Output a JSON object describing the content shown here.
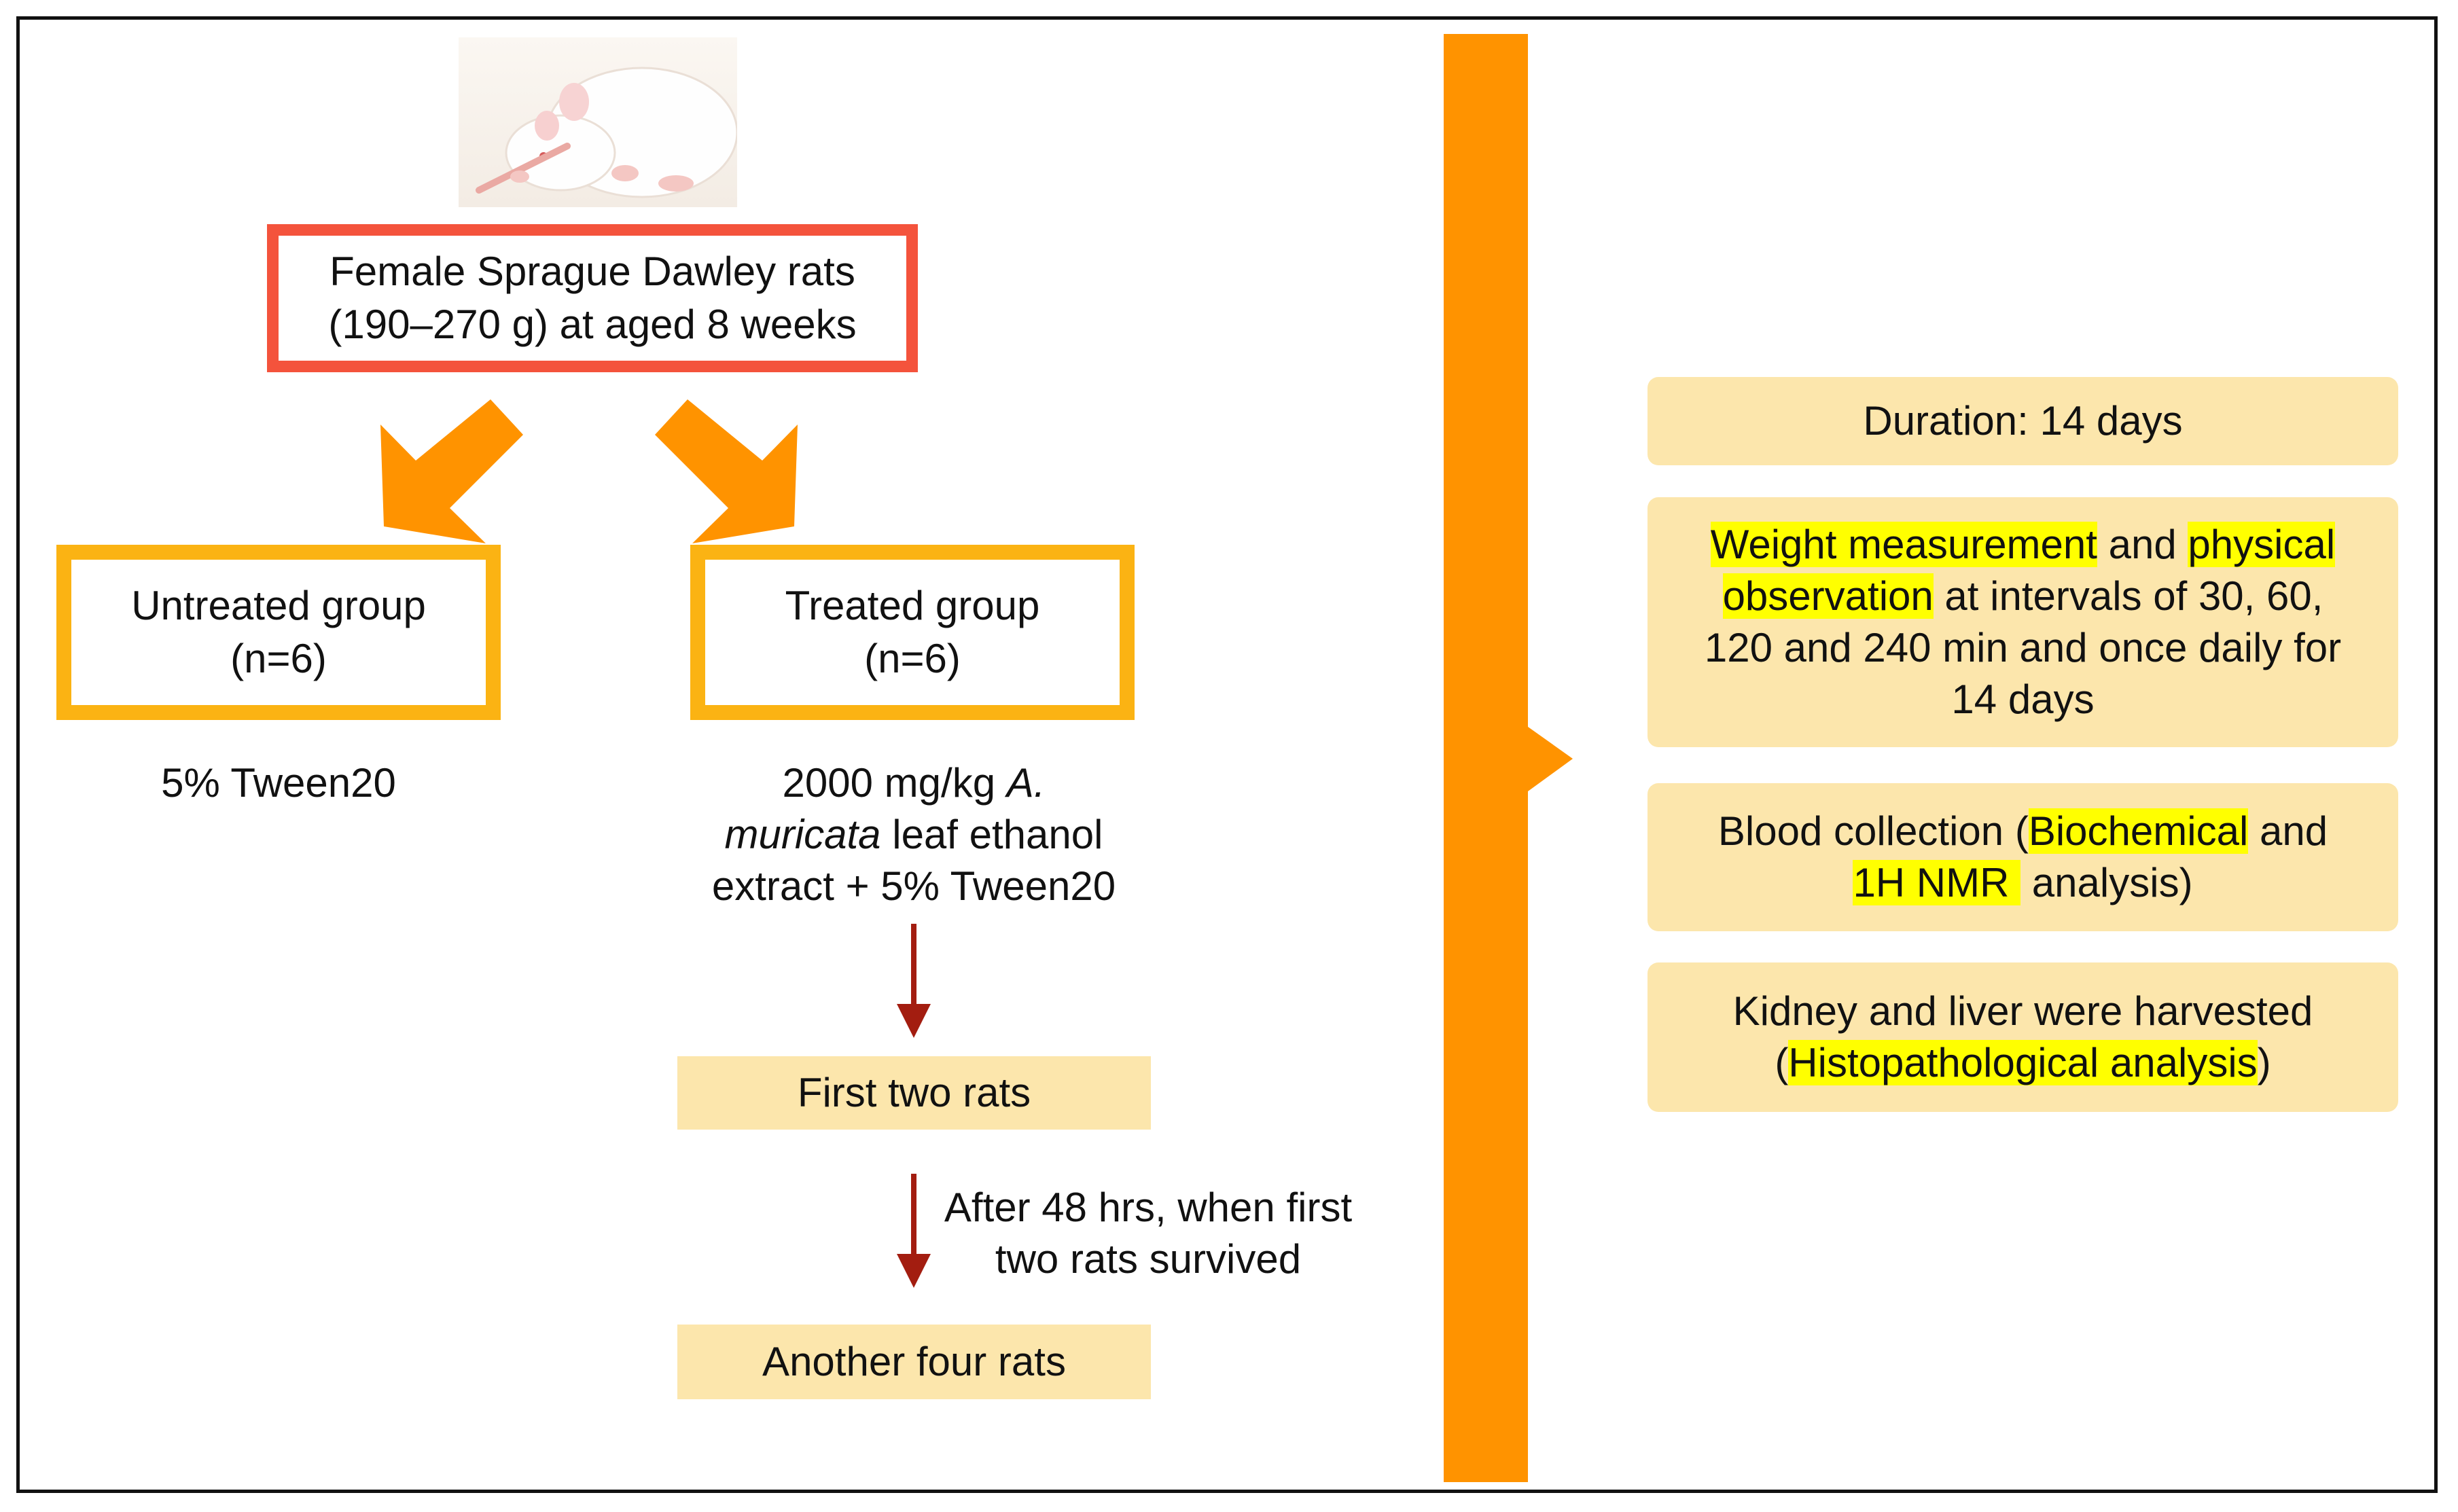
{
  "top_box": {
    "line1": "Female Sprague Dawley rats",
    "line2": "(190–270 g) at aged 8 weeks"
  },
  "groups": {
    "untreated": {
      "name": "Untreated group",
      "n": "(n=6)",
      "dose": "5% Tween20"
    },
    "treated": {
      "name": "Treated group",
      "n": "(n=6)",
      "dose_line1_a": "2000 mg/kg ",
      "dose_line1_b": "A.",
      "dose_line2_a": "muricata",
      "dose_line2_b": " leaf ethanol",
      "dose_line3": "extract + 5% Tween20"
    }
  },
  "steps": {
    "first": "First two rats",
    "condition_line1": "After 48 hrs, when first",
    "condition_line2": "two rats survived",
    "second": "Another four rats"
  },
  "panels": {
    "duration": "Duration:  14 days",
    "observation": {
      "hl1": "Weight measurement",
      "t1": " and ",
      "hl2": "physical",
      "hl3": "observation",
      "t2": " at intervals of 30, 60,",
      "t3": "120 and 240 min and once daily for",
      "t4": "14 days"
    },
    "blood": {
      "t1": "Blood collection (",
      "hl1": "Biochemical",
      "t2": " and",
      "hl2": "1H NMR ",
      "t3": " analysis)"
    },
    "harvest": {
      "t1": "Kidney and liver were harvested",
      "t2": "(",
      "hl1": "Histopathological analysis",
      "t3": ")"
    }
  },
  "colors": {
    "top_box_border": "#f4533c",
    "group_box_border": "#fbb313",
    "flow_arrow": "#ff9300",
    "small_arrow": "#a31d10",
    "cream_fill": "#fce6ac",
    "highlight": "#ffff00"
  }
}
